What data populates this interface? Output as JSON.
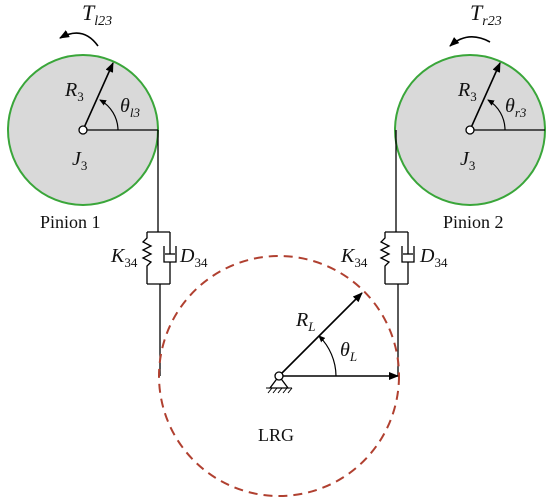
{
  "colors": {
    "pinion_fill": "#d9d9d9",
    "pinion_stroke": "#3aa63a",
    "lrg_stroke": "#b04030",
    "line": "#000000"
  },
  "pinion_left": {
    "torque": {
      "main": "T",
      "sub": "l23"
    },
    "radius": {
      "main": "R",
      "sub": "3"
    },
    "angle": {
      "main": "θ",
      "sub": "l3"
    },
    "inertia": {
      "main": "J",
      "sub": "3"
    },
    "name": "Pinion 1"
  },
  "pinion_right": {
    "torque": {
      "main": "T",
      "sub": "r23"
    },
    "radius": {
      "main": "R",
      "sub": "3"
    },
    "angle": {
      "main": "θ",
      "sub": "r3"
    },
    "inertia": {
      "main": "J",
      "sub": "3"
    },
    "name": "Pinion 2"
  },
  "coupling_left": {
    "spring": {
      "main": "K",
      "sub": "34"
    },
    "damper": {
      "main": "D",
      "sub": "34"
    }
  },
  "coupling_right": {
    "spring": {
      "main": "K",
      "sub": "34"
    },
    "damper": {
      "main": "D",
      "sub": "34"
    }
  },
  "lrg": {
    "radius": {
      "main": "R",
      "sub": "L"
    },
    "angle": {
      "main": "θ",
      "sub": "L"
    },
    "name": "LRG"
  }
}
